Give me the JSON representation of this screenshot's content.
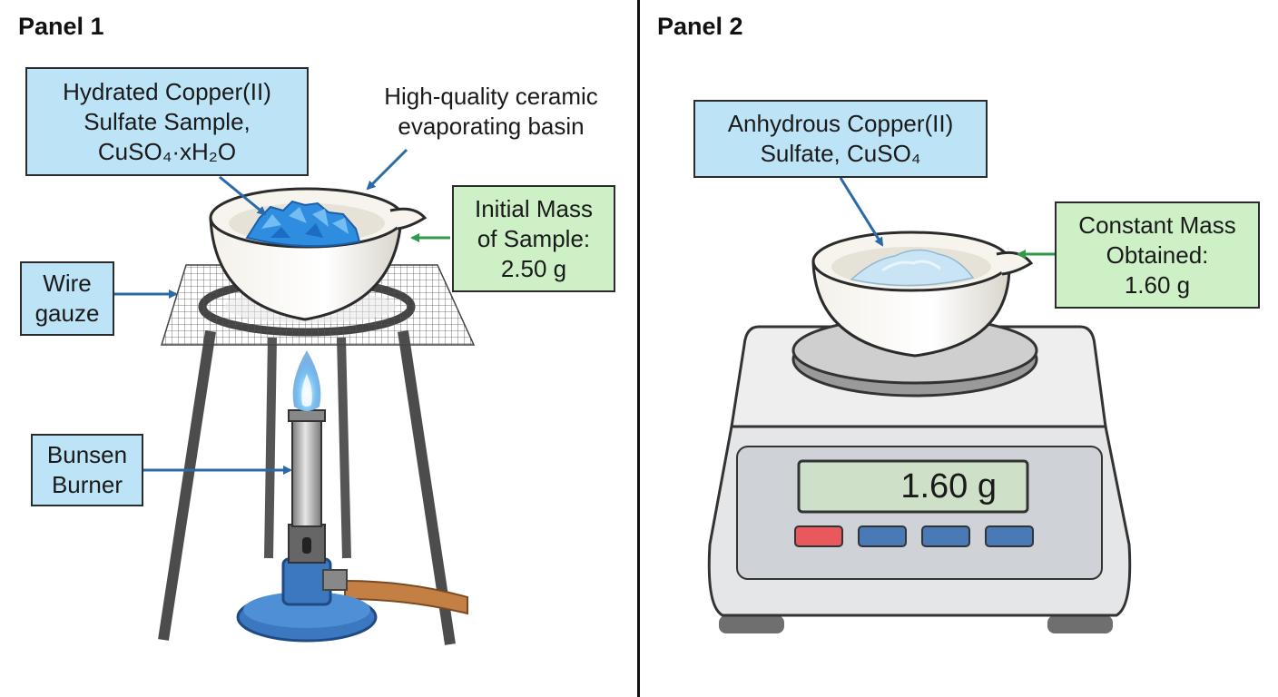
{
  "panel1": {
    "title": "Panel 1",
    "sample_label": {
      "line1": "Hydrated Copper(II)",
      "line2": "Sulfate Sample,",
      "formula": "CuSO₄·xH₂O"
    },
    "basin_label": {
      "line1": "High-quality ceramic",
      "line2": "evaporating basin"
    },
    "mass_label": {
      "line1": "Initial Mass",
      "line2": "of Sample:",
      "line3": "2.50 g"
    },
    "gauze_label": {
      "line1": "Wire",
      "line2": "gauze"
    },
    "burner_label": {
      "line1": "Bunsen",
      "line2": "Burner"
    }
  },
  "panel2": {
    "title": "Panel 2",
    "product_label": {
      "line1": "Anhydrous Copper(II)",
      "line2": "Sulfate, CuSO₄"
    },
    "mass_label": {
      "line1": "Constant Mass",
      "line2": "Obtained:",
      "line3": "1.60 g"
    },
    "balance_display": "1.60 g"
  },
  "colors": {
    "label_blue": "#bde3f7",
    "label_green": "#cdf0c6",
    "arrow_blue": "#2a6aa8",
    "arrow_green": "#2e9a4a",
    "crystal_blue": "#2f8de0",
    "burner_blue": "#3b78c0",
    "button_red": "#e8585c",
    "button_blue": "#4a79b8"
  }
}
